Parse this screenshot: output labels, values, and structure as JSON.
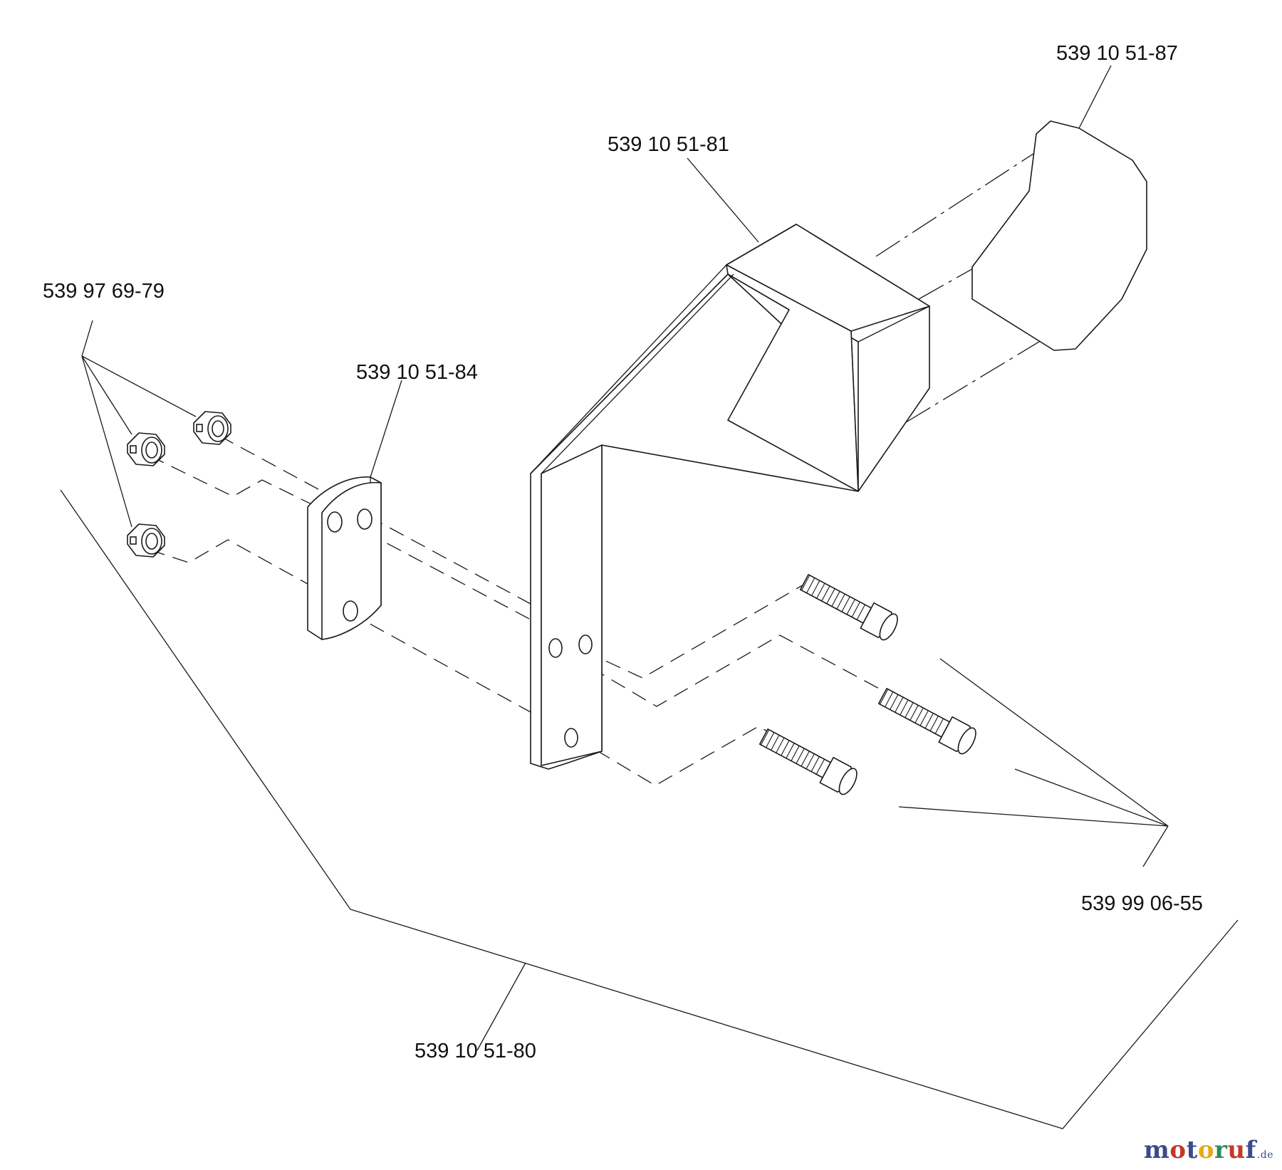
{
  "labels": {
    "part_87": "539 10 51-87",
    "part_81": "539 10 51-81",
    "part_79": "539 97 69-79",
    "part_84": "539 10 51-84",
    "part_55": "539 99 06-55",
    "part_80": "539 10 51-80"
  },
  "watermark": {
    "text": "motoruf",
    "suffix": ".de",
    "letter_colors": [
      "#3d4a8a",
      "#c0392b",
      "#3d4a8a",
      "#e6a817",
      "#2e8b57",
      "#c0392b",
      "#3d4a8a"
    ]
  }
}
